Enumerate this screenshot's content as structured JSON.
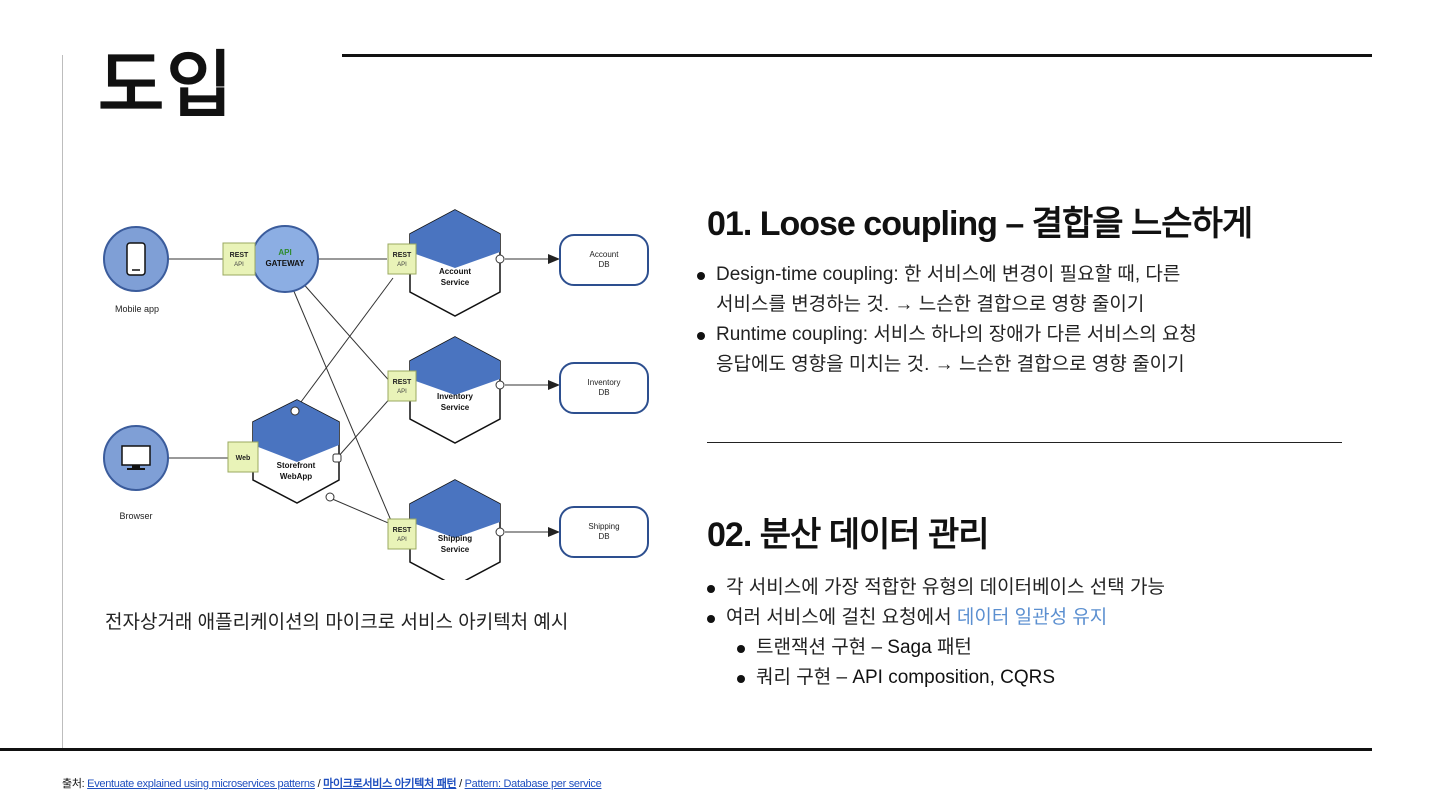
{
  "slide": {
    "title": "도입",
    "caption": "전자상거래 애플리케이션의 마이크로 서비스 아키텍처 예시"
  },
  "diagram": {
    "clients": [
      {
        "label": "Mobile app",
        "icon": "smartphone-icon"
      },
      {
        "label": "Browser",
        "icon": "monitor-icon"
      }
    ],
    "gateway": {
      "line1": "API",
      "line2": "GATEWAY"
    },
    "webapp": {
      "line1": "Storefront",
      "line2": "WebApp"
    },
    "adapters": {
      "rest": "REST",
      "api": "API",
      "web": "Web"
    },
    "services": [
      {
        "line1": "Account",
        "line2": "Service"
      },
      {
        "line1": "Inventory",
        "line2": "Service"
      },
      {
        "line1": "Shipping",
        "line2": "Service"
      }
    ],
    "databases": [
      {
        "line1": "Account",
        "line2": "DB"
      },
      {
        "line1": "Inventory",
        "line2": "DB"
      },
      {
        "line1": "Shipping",
        "line2": "DB"
      }
    ],
    "colors": {
      "hex": "#4a74c0",
      "client": "#7f9fd6",
      "adapter": "#e9f3b8",
      "gateway_text": "#2e8b2e"
    }
  },
  "section1": {
    "heading": "01. Loose coupling – 결합을 느슨하게",
    "items": [
      {
        "line1": "Design-time coupling: 한 서비스에 변경이 필요할 때, 다른",
        "line2": "서비스를 변경하는 것. → 느슨한 결합으로 영향 줄이기"
      },
      {
        "line1": "Runtime coupling: 서비스 하나의 장애가 다른 서비스의 요청",
        "line2": "응답에도 영향을 미치는 것. → 느슨한 결합으로 영향 줄이기"
      }
    ]
  },
  "section2": {
    "heading": "02. 분산 데이터 관리",
    "item1": "각 서비스에 가장 적합한 유형의 데이터베이스 선택 가능",
    "item2_prefix": "여러 서비스에 걸친 요청에서 ",
    "item2_highlight": "데이터 일관성 유지",
    "sub1_prefix": "트랜잭션 구현 – ",
    "sub1_strong": "Saga",
    "sub1_suffix": " 패턴",
    "sub2_prefix": "쿼리 구현 – ",
    "sub2_strong": "API composition, CQRS"
  },
  "footer": {
    "prefix": "출처: ",
    "link1": "Eventuate explained using microservices patterns",
    "sep1": " / ",
    "link2": "마이크로서비스 아키텍처 패턴",
    "sep2": " / ",
    "link3": "Pattern: Database per service"
  }
}
